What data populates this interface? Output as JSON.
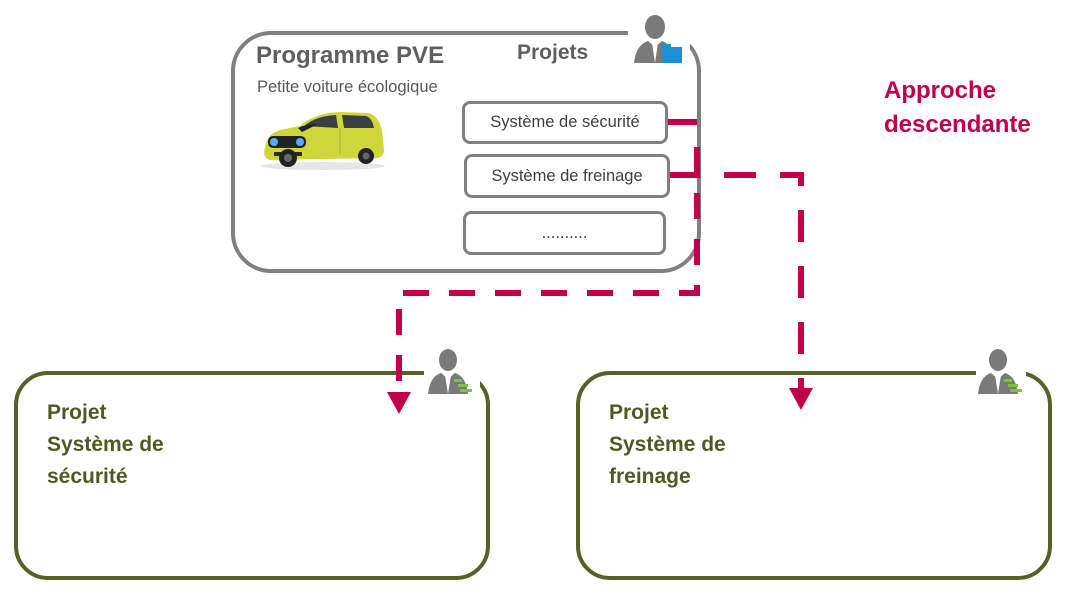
{
  "program": {
    "title": "Programme PVE",
    "subtitle": "Petite voiture écologique",
    "projects_label": "Projets",
    "projects": [
      {
        "label": "Système de sécurité"
      },
      {
        "label": "Système de freinage"
      },
      {
        "label": ".........."
      }
    ],
    "icon": "program-manager-icon",
    "image": "car-image"
  },
  "approach_label": [
    "Approche",
    "descendante"
  ],
  "teams": [
    {
      "title_lines": [
        "Projet",
        "Système de",
        "sécurité"
      ],
      "icon": "project-manager-icon"
    },
    {
      "title_lines": [
        "Projet",
        "Système de",
        "freinage"
      ],
      "icon": "project-manager-icon"
    }
  ],
  "colors": {
    "program_border": "#808080",
    "team_border": "#556126",
    "team_text": "#4e5a22",
    "arrow": "#c0004a",
    "approach_text": "#c0004a",
    "folder_accent": "#1e8fd6",
    "gantt_accent": "#7dc242"
  }
}
